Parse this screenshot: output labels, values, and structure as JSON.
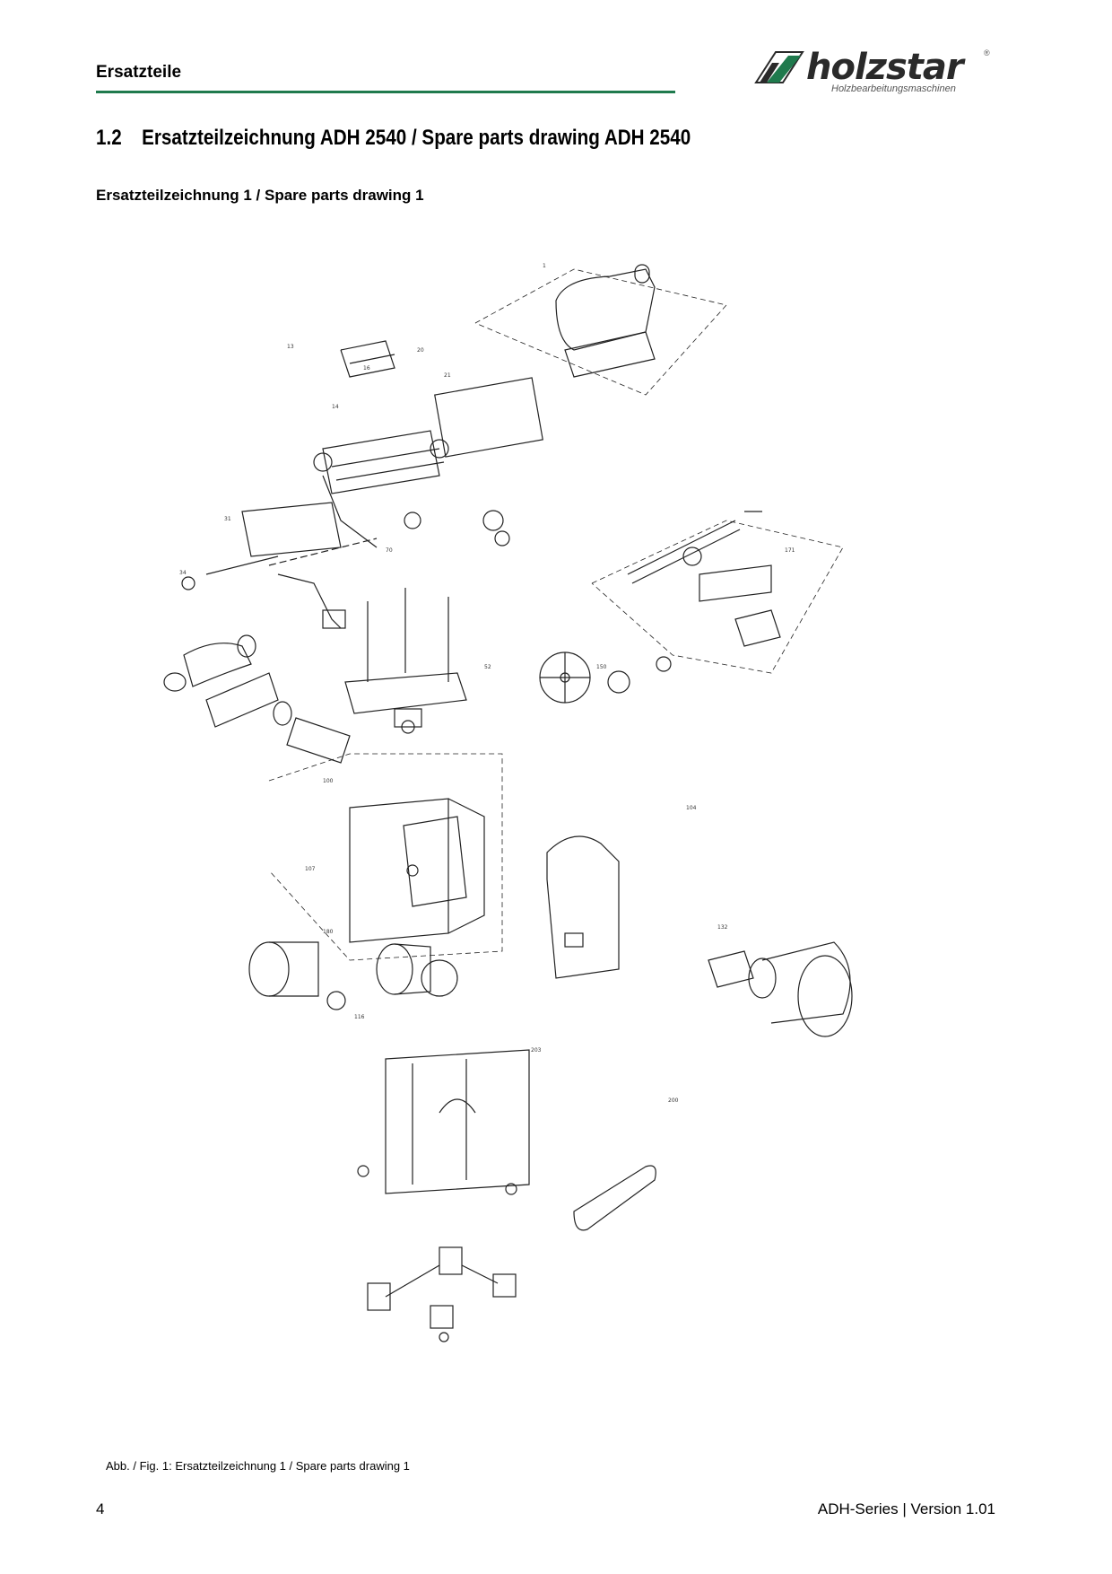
{
  "header": {
    "title": "Ersatzteile",
    "logo_text": "holzstar",
    "logo_subtitle": "Holzbearbeitungsmaschinen",
    "logo_registered": "®",
    "brand_color": "#1f7a4d"
  },
  "section": {
    "number": "1.2",
    "title": "Ersatzteilzeichnung ADH 2540 / Spare parts drawing ADH 2540"
  },
  "subsection": {
    "title": "Ersatzteilzeichnung 1 / Spare parts drawing 1"
  },
  "drawing": {
    "part_labels": [
      "1",
      "13",
      "14",
      "16",
      "20",
      "21",
      "31",
      "34",
      "52",
      "70",
      "100",
      "104",
      "107",
      "116",
      "132",
      "150",
      "171",
      "180",
      "200",
      "203"
    ]
  },
  "caption": "Abb. / Fig. 1: Ersatzteilzeichnung 1 / Spare parts drawing 1",
  "footer": {
    "page_number": "4",
    "version": "ADH-Series | Version 1.01"
  }
}
